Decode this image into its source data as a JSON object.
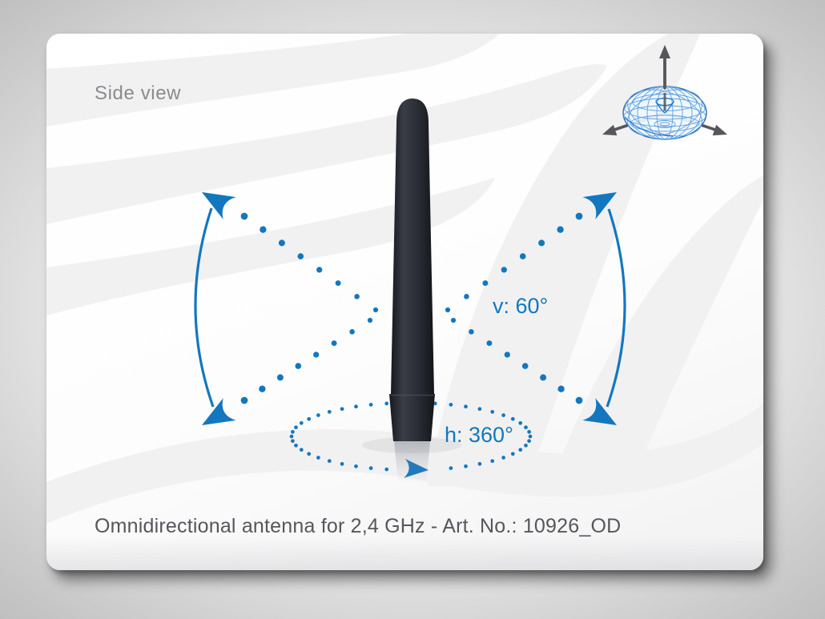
{
  "labels": {
    "view": "Side view",
    "v": "v: 60°",
    "h": "h: 360°",
    "caption": "Omnidirectional antenna for 2,4 GHz - Art. No.: 10926_OD"
  },
  "icons": {
    "radiation_pattern": "torus-radiation-pattern-icon",
    "beam_arrow": "beam-direction-arrow-icon",
    "rotation_arrow": "azimuth-rotation-arrow-icon",
    "axis_arrow": "axis-arrow-icon"
  },
  "colors": {
    "accent_blue": "#1277bf",
    "axis_gray": "#55575a",
    "text_dark": "#55575c",
    "text_muted": "#8a8b8e",
    "antenna_dark": "#20222a",
    "watermark_gray": "#f1f1f2",
    "card_white": "#ffffff"
  }
}
